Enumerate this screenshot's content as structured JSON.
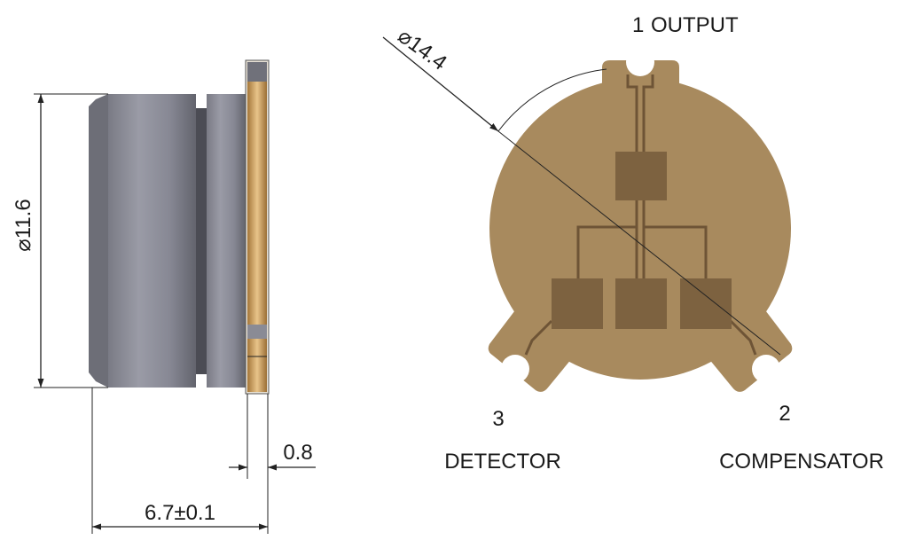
{
  "dimensions": {
    "body_diameter": "⌀11.6",
    "flange_diameter": "⌀14.4",
    "flange_thickness": "0.8",
    "overall_length": "6.7±0.1"
  },
  "pins": {
    "output_number": "1",
    "output_label": "OUTPUT",
    "compensator_number": "2",
    "compensator_label": "COMPENSATOR",
    "detector_number": "3",
    "detector_label": "DETECTOR"
  },
  "colors": {
    "metal_dark": "#5f6069",
    "metal_light": "#8e8f99",
    "pcb_brown": "#a88a5e",
    "pcb_pad": "#7d6240",
    "gold": "#c9a060"
  }
}
